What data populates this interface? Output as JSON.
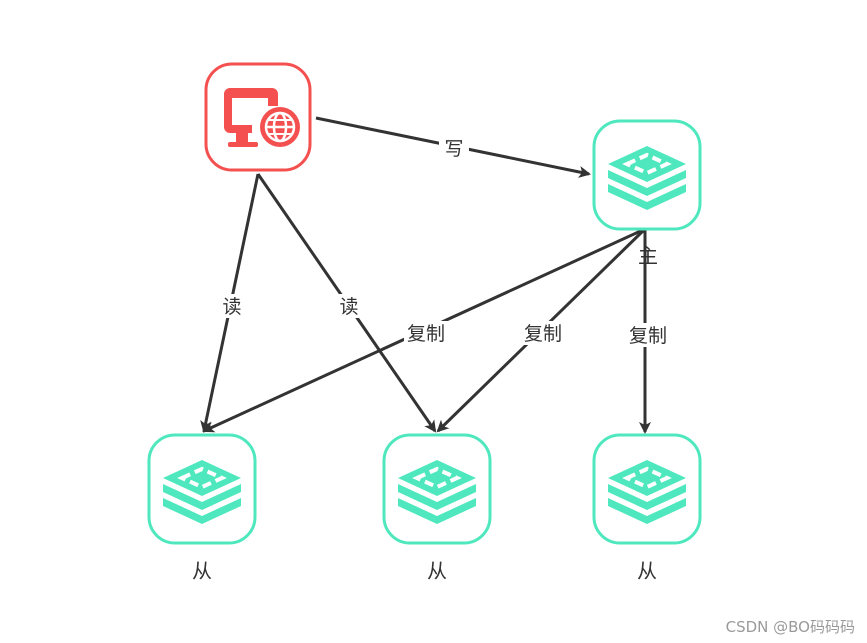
{
  "colors": {
    "client": "#f4504f",
    "redis": "#4fe8be",
    "edge": "#333333"
  },
  "nodes": {
    "client": {
      "icon": "monitor-globe-icon",
      "label": ""
    },
    "master": {
      "icon": "redis-icon",
      "label": "主"
    },
    "slave1": {
      "icon": "redis-icon",
      "label": "从"
    },
    "slave2": {
      "icon": "redis-icon",
      "label": "从"
    },
    "slave3": {
      "icon": "redis-icon",
      "label": "从"
    }
  },
  "edges": {
    "write": "写",
    "read1": "读",
    "read2": "读",
    "replicate1": "复制",
    "replicate2": "复制",
    "replicate3": "复制"
  },
  "watermark": "CSDN @BO码码码"
}
